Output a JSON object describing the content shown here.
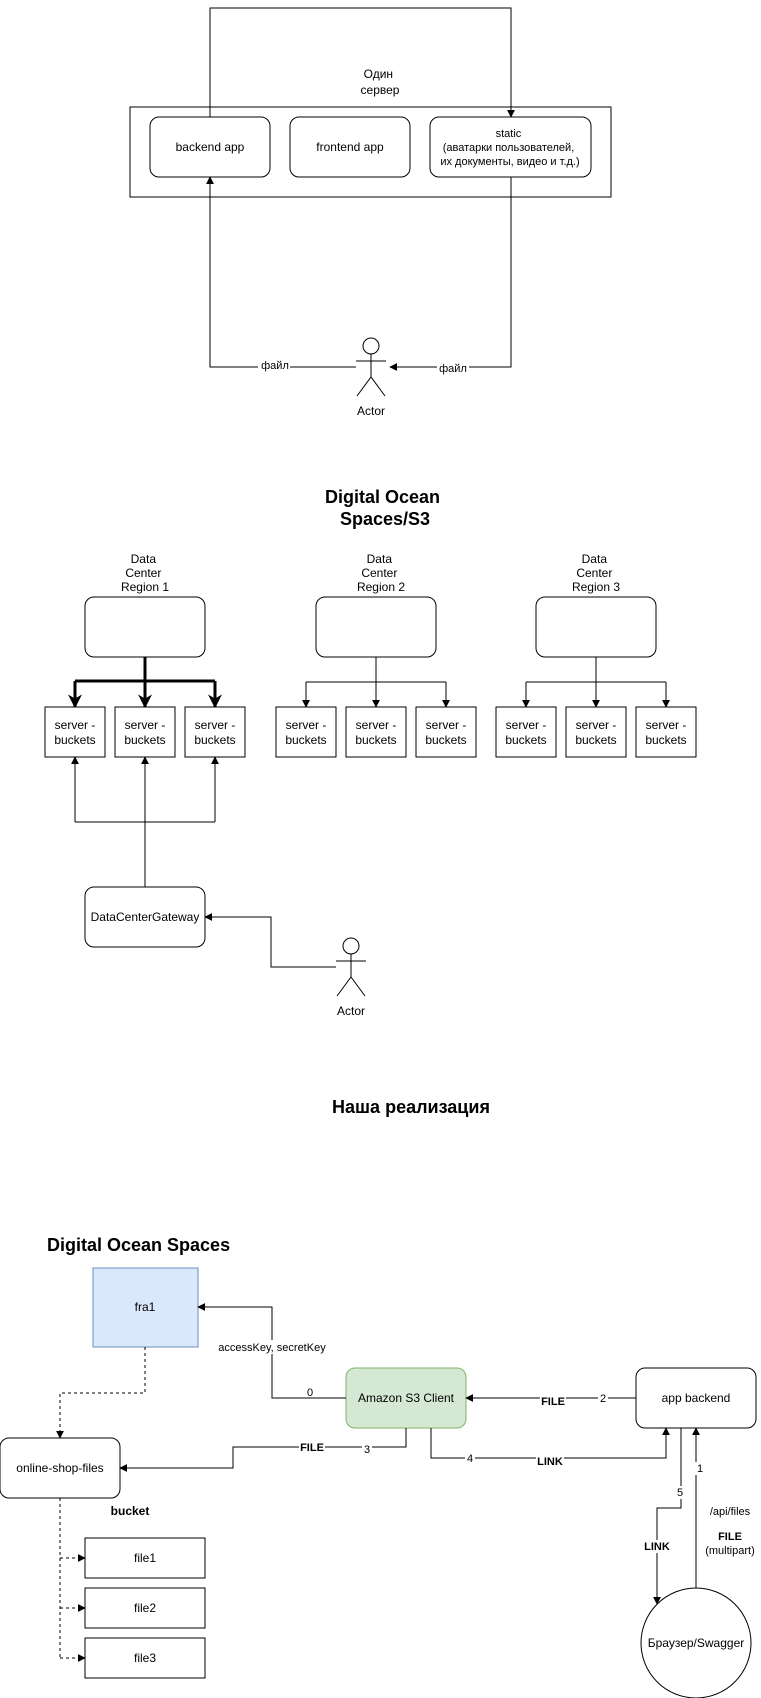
{
  "section1": {
    "server_label": [
      "Один",
      "сервер"
    ],
    "backend": "backend app",
    "frontend": "frontend app",
    "static": [
      "static",
      "(аватарки пользователей,",
      "их документы, видео и т.д.)"
    ],
    "file_left": "файл",
    "file_right": "файл",
    "actor": "Actor"
  },
  "section2": {
    "title": [
      "Digital Ocean",
      "Spaces/S3"
    ],
    "regions": [
      [
        "Data",
        "Center",
        "Region 1"
      ],
      [
        "Data",
        "Center",
        "Region 2"
      ],
      [
        "Data",
        "Center",
        "Region 3"
      ]
    ],
    "server_buckets": [
      "server -",
      "buckets"
    ],
    "gateway": "DataCenterGateway",
    "actor": "Actor"
  },
  "section3": {
    "title": "Наша реализация",
    "do_title": "Digital Ocean Spaces",
    "fra1": "fra1",
    "access": "accessKey, secretKey",
    "s3client": "Amazon S3 Client",
    "app_backend": "app backend",
    "online_shop": "online-shop-files",
    "bucket": "bucket",
    "files": [
      "file1",
      "file2",
      "file3"
    ],
    "browser": "Браузер/Swagger",
    "file1": "FILE",
    "file2": "FILE",
    "link1": "LINK",
    "link2": "LINK",
    "api": "/api/files",
    "multipart_file": "FILE",
    "multipart": "(multipart)",
    "nums": [
      "0",
      "1",
      "2",
      "3",
      "4",
      "5"
    ]
  },
  "colors": {
    "fra1_fill": "#dae8fc",
    "fra1_stroke": "#6c8ebf",
    "s3_fill": "#d5e8d4",
    "s3_stroke": "#82b366"
  }
}
